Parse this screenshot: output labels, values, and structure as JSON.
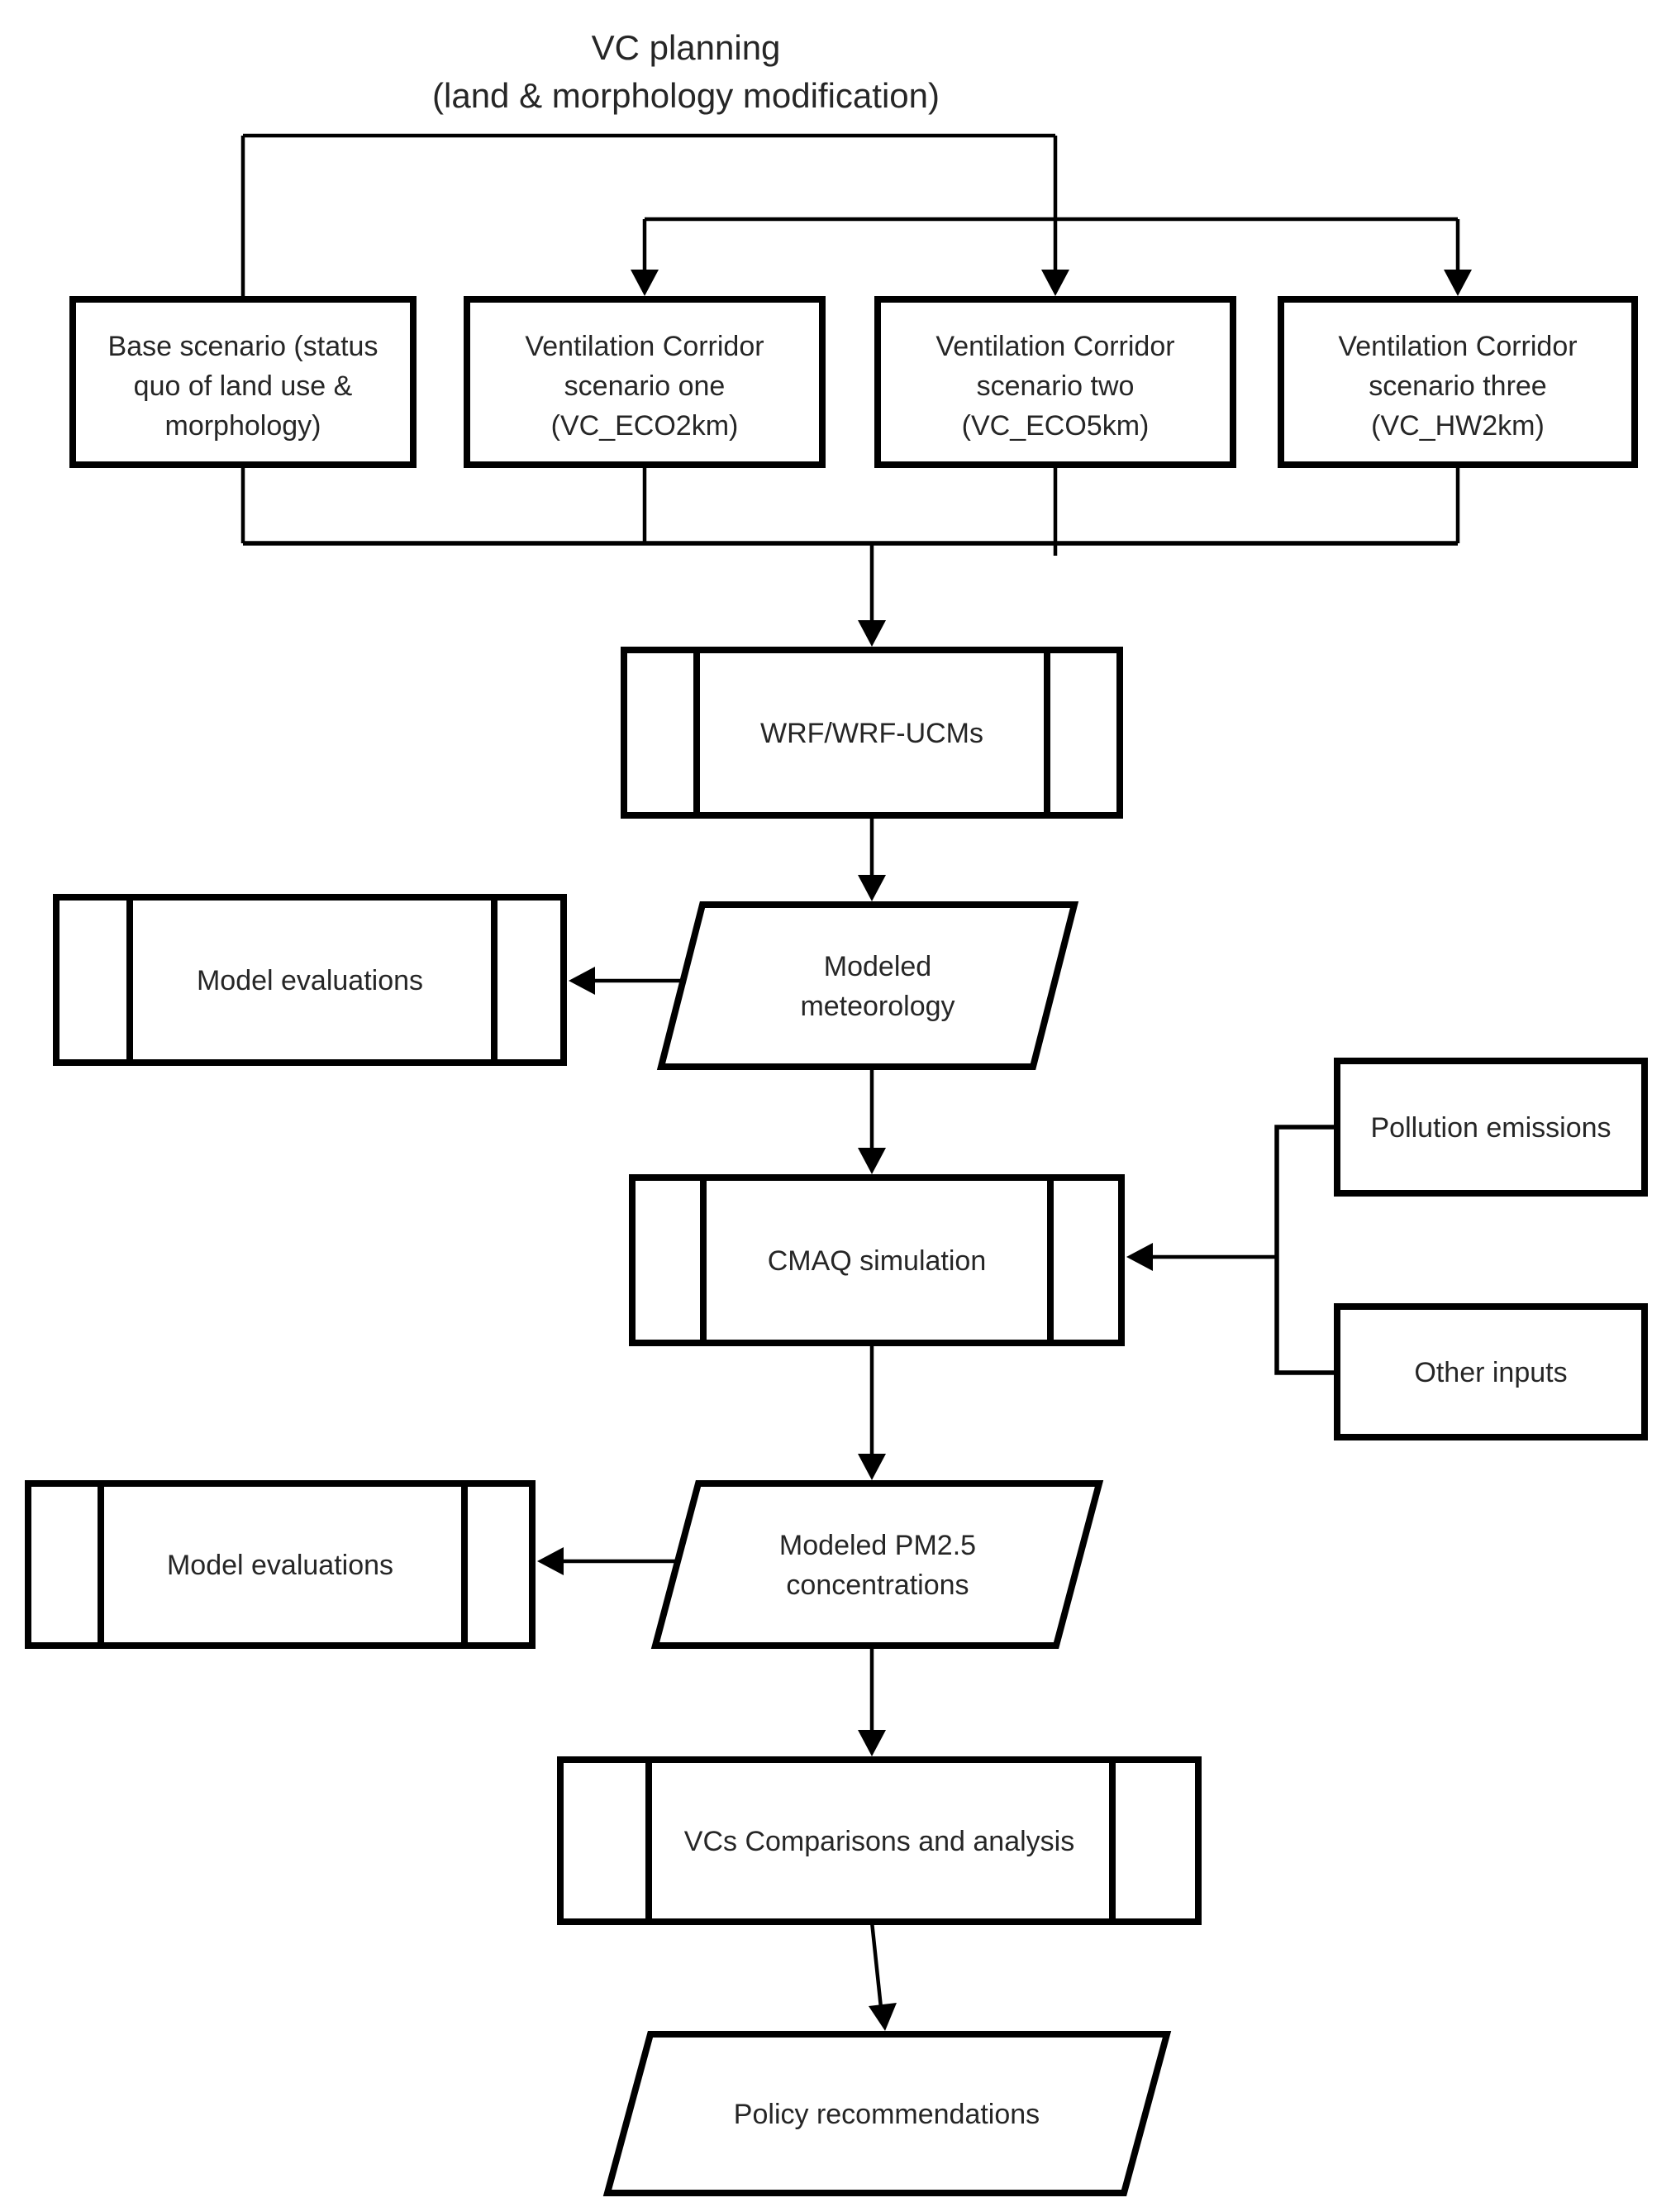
{
  "diagram": {
    "title": {
      "line1": "VC planning",
      "line2": "(land & morphology modification)"
    },
    "nodes": {
      "base_scenario": {
        "shape": "rectangle",
        "line1": "Base scenario (status",
        "line2": "quo of land use &",
        "line3": "morphology)"
      },
      "scenario_one": {
        "shape": "rectangle",
        "line1": "Ventilation Corridor",
        "line2": "scenario one",
        "line3": "(VC_ECO2km)"
      },
      "scenario_two": {
        "shape": "rectangle",
        "line1": "Ventilation Corridor",
        "line2": "scenario two",
        "line3": "(VC_ECO5km)"
      },
      "scenario_three": {
        "shape": "rectangle",
        "line1": "Ventilation Corridor",
        "line2": "scenario three",
        "line3": "(VC_HW2km)"
      },
      "wrf": {
        "shape": "predefined-process",
        "label": "WRF/WRF-UCMs"
      },
      "model_evaluations_met": {
        "shape": "predefined-process",
        "label": "Model evaluations"
      },
      "modeled_meteorology": {
        "shape": "parallelogram",
        "line1": "Modeled",
        "line2": "meteorology"
      },
      "cmaq": {
        "shape": "predefined-process",
        "label": "CMAQ simulation"
      },
      "pollution_emissions": {
        "shape": "rectangle",
        "label": "Pollution emissions"
      },
      "other_inputs": {
        "shape": "rectangle",
        "label": "Other inputs"
      },
      "modeled_pm25": {
        "shape": "parallelogram",
        "line1": "Modeled PM2.5",
        "line2": "concentrations"
      },
      "model_evaluations_pm25": {
        "shape": "predefined-process",
        "label": "Model evaluations"
      },
      "vcs_comparisons": {
        "shape": "predefined-process",
        "label": "VCs Comparisons and analysis"
      },
      "policy_recommendations": {
        "shape": "parallelogram",
        "label": "Policy recommendations"
      }
    },
    "colors": {
      "stroke": "#000000",
      "text": "#262626",
      "background": "#ffffff"
    }
  }
}
